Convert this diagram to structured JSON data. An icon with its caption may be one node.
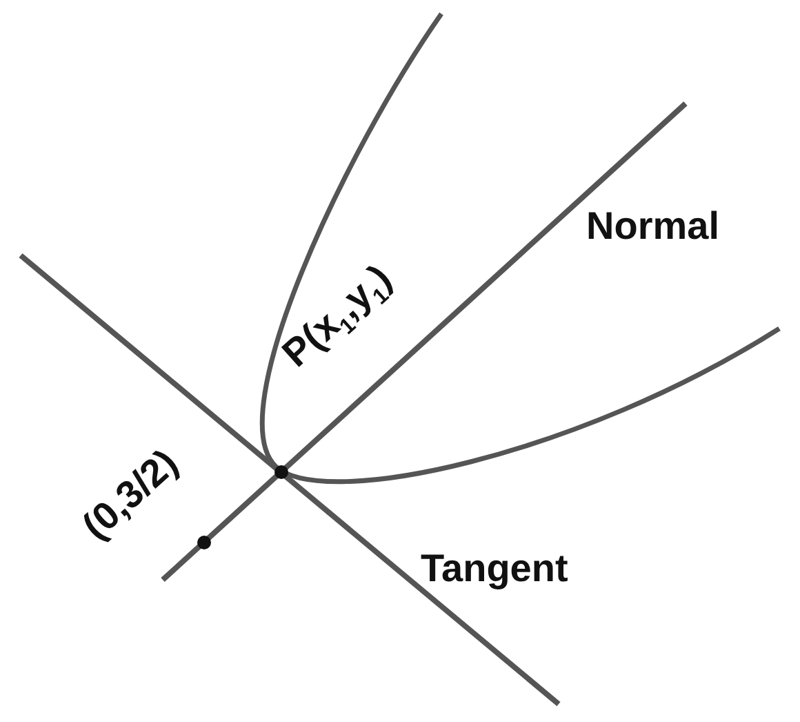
{
  "diagram": {
    "labels": [
      "Normal",
      "P(x$_{1}$,y$_{1}$)",
      "(0,3/2)",
      "Tangent"
    ]
  }
}
